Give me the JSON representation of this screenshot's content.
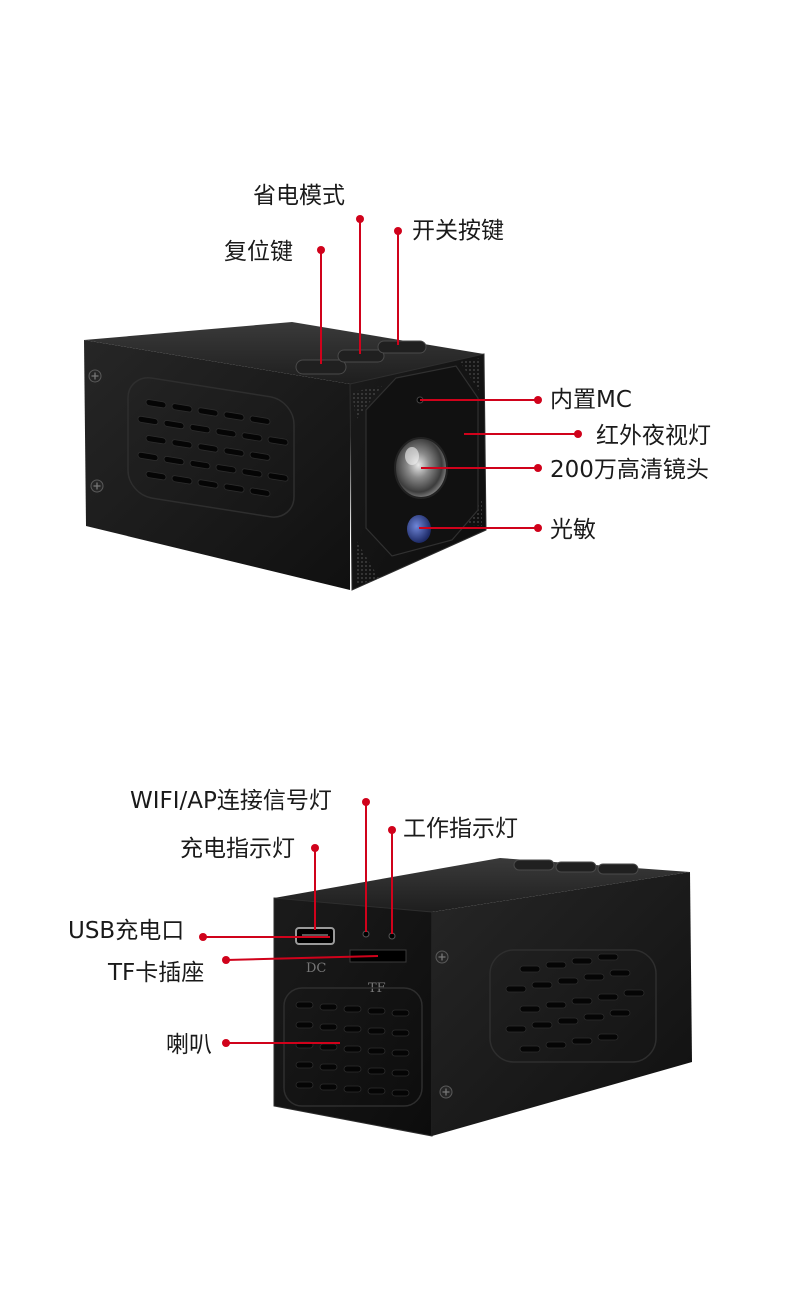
{
  "accent_color": "#d0021b",
  "body_color": "#161616",
  "front_view": {
    "labels": {
      "power_save_mode": "省电模式",
      "reset_button": "复位键",
      "power_button": "开关按键",
      "built_in_mic": "内置MC",
      "ir_night_light": "红外夜视灯",
      "lens": "200万高清镜头",
      "light_sensor": "光敏"
    }
  },
  "back_view": {
    "port_marks": {
      "dc": "DC",
      "tf": "TF"
    },
    "labels": {
      "wifi_ap_led": "WIFI/AP连接信号灯",
      "work_led": "工作指示灯",
      "charge_led": "充电指示灯",
      "usb_charge_port": "USB充电口",
      "tf_slot": "TF卡插座",
      "speaker": "喇叭"
    }
  }
}
